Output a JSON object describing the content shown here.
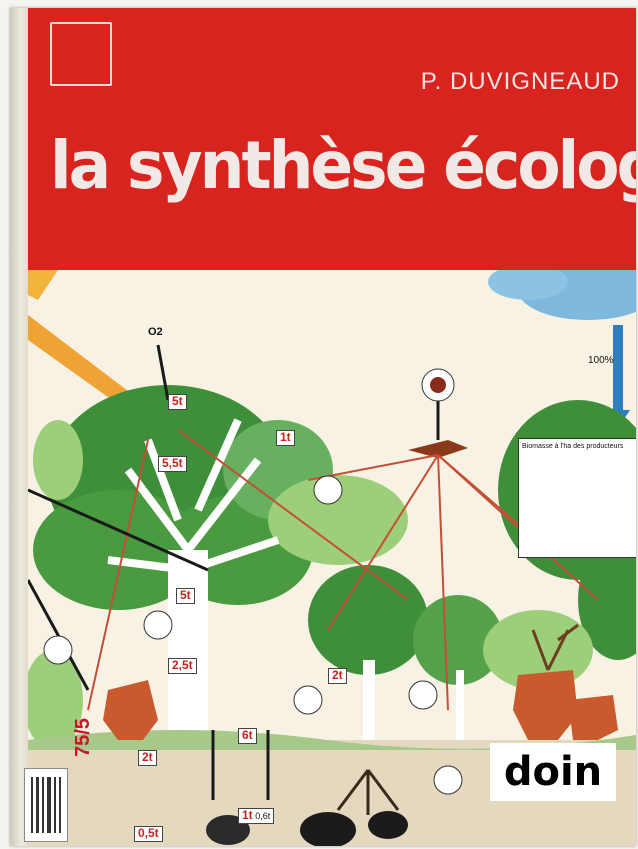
{
  "cover": {
    "author": "P. DUVIGNEAUD",
    "title": "la synthèse écologique",
    "publisher": "doin"
  },
  "illustration_labels": {
    "l1": "5t",
    "l2": "1t",
    "l3": "5,5t",
    "l4": "5t",
    "l5": "2,5t",
    "l6": "2t",
    "l7": "6t",
    "l8": "2t",
    "l9": "1t",
    "l10": "0,6t",
    "l11": "0,5t",
    "co2": "O2",
    "precip": "100%",
    "biomass_title": "Biomasse à l'ha des producteurs"
  },
  "library_spine_label": "75/5",
  "colors": {
    "red_band": "#d8241f",
    "title_text": "#f2e9e6",
    "foliage": "#3f8f3a",
    "water": "#78b3d8"
  }
}
